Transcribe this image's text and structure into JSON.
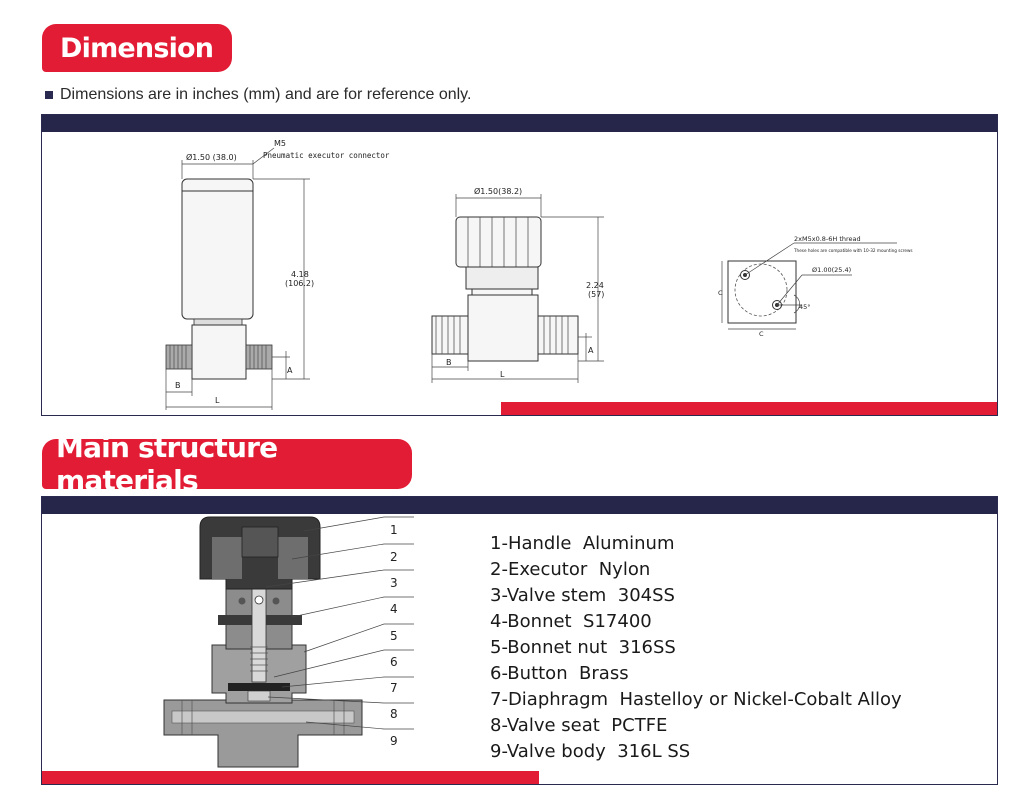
{
  "dimension_section": {
    "title": "Dimension",
    "note": "Dimensions are in inches (mm) and are for reference only.",
    "drawing1": {
      "thread_label": "M5",
      "connector_label": "Pneumatic executor connector",
      "diameter_label": "Ø1.50 (38.0)",
      "height_label": "4.18",
      "height_mm_label": "(106.2)",
      "a_label": "A",
      "b_label": "B",
      "l_label": "L"
    },
    "drawing2": {
      "diameter_label": "Ø1.50(38.2)",
      "height_label": "2.24",
      "height_mm_label": "(57)",
      "a_label": "A",
      "b_label": "B",
      "l_label": "L"
    },
    "drawing3": {
      "thread_label": "2xM5x0.8-6H thread",
      "screws_label": "These holes are compatible with 10-32 mounting screws",
      "diameter_label": "Ø1.00(25.4)",
      "angle_label": "45°",
      "c_label": "C",
      "c_label_2": "C"
    }
  },
  "materials_section": {
    "title": "Main structure materials",
    "callouts": [
      "1",
      "2",
      "3",
      "4",
      "5",
      "6",
      "7",
      "8",
      "9"
    ],
    "items": [
      "1-Handle  Aluminum",
      "2-Executor  Nylon",
      "3-Valve stem  304SS",
      "4-Bonnet  S17400",
      "5-Bonnet nut  316SS",
      "6-Button  Brass",
      "7-Diaphragm  Hastelloy or Nickel-Cobalt Alloy",
      "8-Valve seat  PCTFE",
      "9-Valve body  316L SS"
    ]
  },
  "colors": {
    "accent_red": "#e31c35",
    "navy": "#26264a"
  }
}
